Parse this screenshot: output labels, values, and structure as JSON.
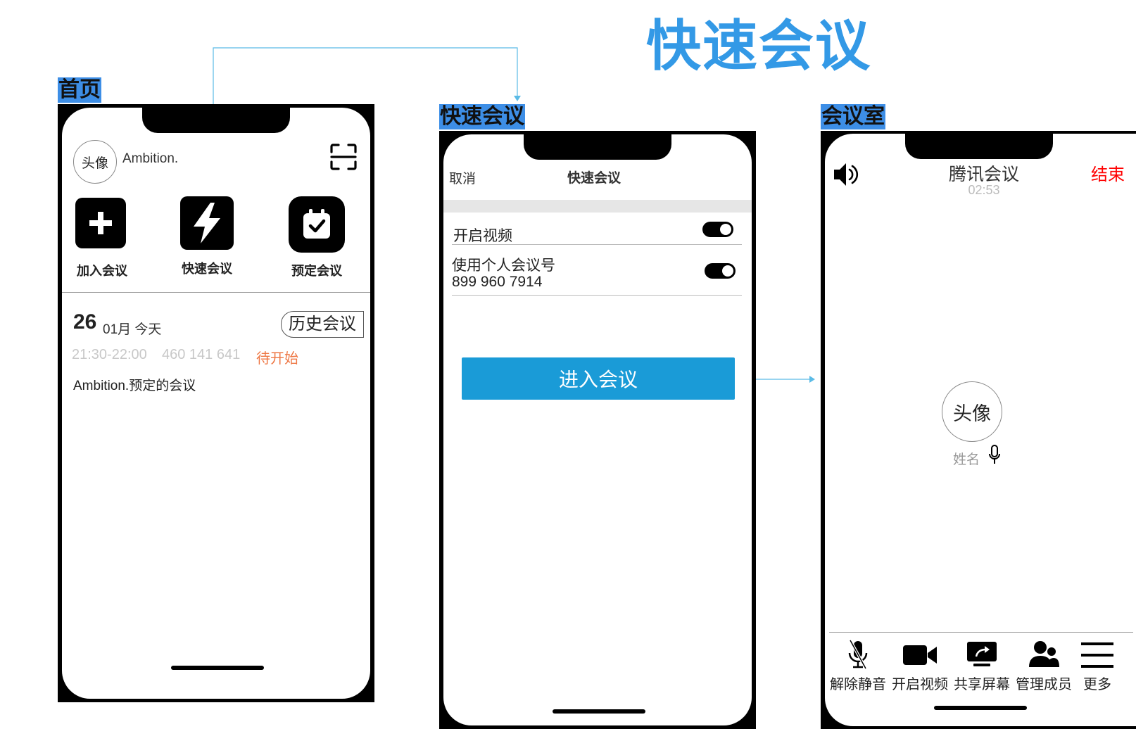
{
  "page_title": "快速会议",
  "labels": {
    "home": "首页",
    "quick": "快速会议",
    "room": "会议室"
  },
  "home": {
    "avatar": "头像",
    "username": "Ambition.",
    "tiles": [
      {
        "label": "加入会议",
        "icon": "plus-icon"
      },
      {
        "label": "快速会议",
        "icon": "lightning-icon"
      },
      {
        "label": "预定会议",
        "icon": "calendar-check-icon"
      }
    ],
    "date_day": "26",
    "date_rest": "01月 今天",
    "history_button": "历史会议",
    "meeting_time": "21:30-22:00",
    "meeting_id": "460 141 641",
    "meeting_status": "待开始",
    "meeting_title": "Ambition.预定的会议"
  },
  "quick": {
    "cancel": "取消",
    "title": "快速会议",
    "rows": [
      {
        "label": "开启视频",
        "on": true
      },
      {
        "label": "使用个人会议号",
        "sub": "899 960 7914",
        "on": true
      }
    ],
    "enter_button": "进入会议"
  },
  "room": {
    "title": "腾讯会议",
    "timer": "02:53",
    "end": "结束",
    "avatar": "头像",
    "name": "姓名",
    "tools": [
      {
        "label": "解除静音",
        "icon": "mic-off-icon"
      },
      {
        "label": "开启视频",
        "icon": "video-camera-icon"
      },
      {
        "label": "共享屏幕",
        "icon": "share-screen-icon"
      },
      {
        "label": "管理成员",
        "icon": "members-icon"
      },
      {
        "label": "更多",
        "icon": "menu-icon"
      }
    ]
  },
  "colors": {
    "accent": "#3399e6",
    "button": "#1a9bd7",
    "status": "#ee7744",
    "end": "#ff0000",
    "connector": "#5bbbe6"
  }
}
